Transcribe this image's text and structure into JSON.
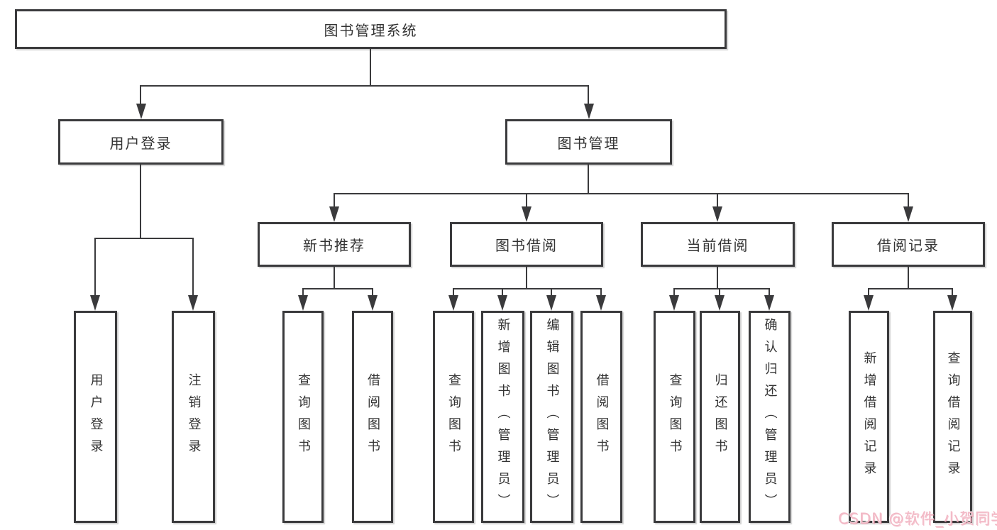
{
  "diagram": {
    "root": {
      "label": "图书管理系统"
    },
    "branches": [
      {
        "label": "用户登录",
        "children": [
          "用户登录",
          "注销登录"
        ]
      },
      {
        "label": "图书管理",
        "children_groups": [
          {
            "label": "新书推荐",
            "children": [
              "查询图书",
              "借阅图书"
            ]
          },
          {
            "label": "图书借阅",
            "children": [
              "查询图书",
              "新增图书（管理员）",
              "编辑图书（管理员）",
              "借阅图书"
            ]
          },
          {
            "label": "当前借阅",
            "children": [
              "查询图书",
              "归还图书",
              "确认归还（管理员）"
            ]
          },
          {
            "label": "借阅记录",
            "children": [
              "新增借阅记录",
              "查询借阅记录"
            ]
          }
        ]
      }
    ]
  },
  "watermark": {
    "text": "CSDN @软件_小贺同学"
  },
  "colors": {
    "line": "#3a3a3c",
    "text": "#333333",
    "box_bg": "#ffffff",
    "watermark": "#f2b9c6"
  }
}
